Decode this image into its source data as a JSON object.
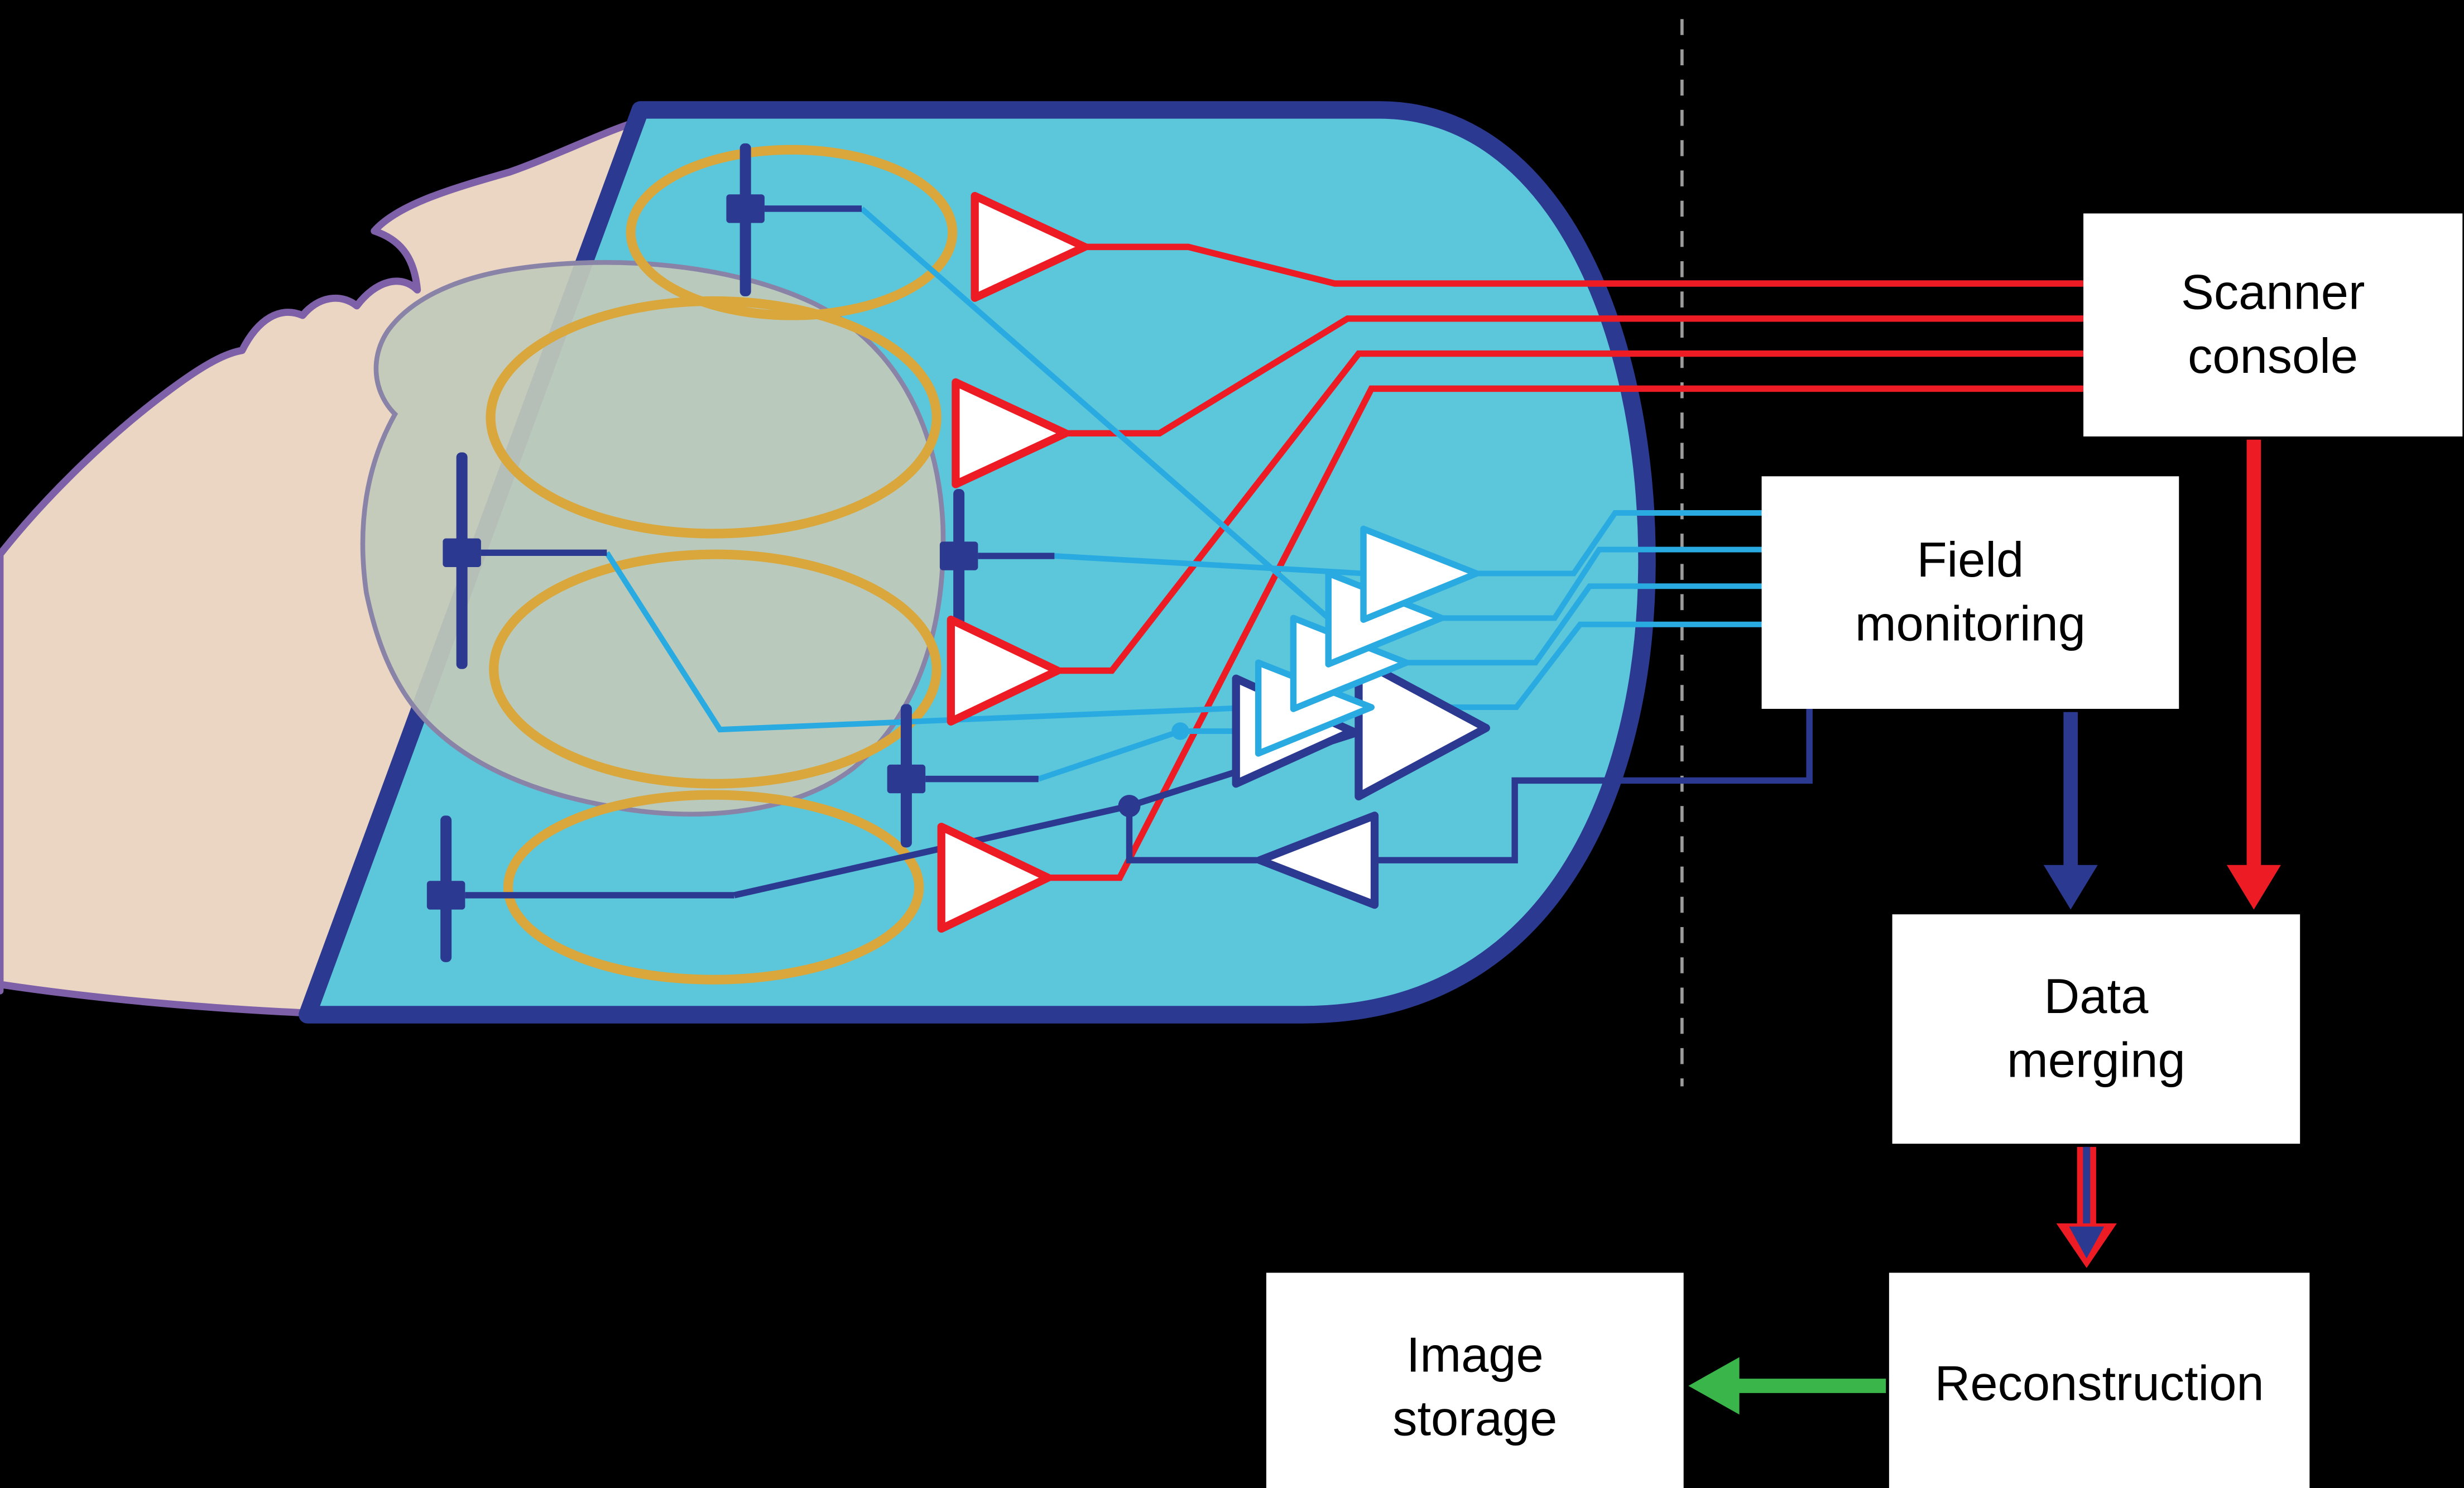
{
  "diagram": {
    "type": "MRI signal-chain schematic",
    "nodes": {
      "scanner_console": "Scanner\nconsole",
      "field_monitoring": "Field\nmonitoring",
      "data_merging": "Data\nmerging",
      "reconstruction": "Reconstruction",
      "image_storage": "Image\nstorage"
    },
    "flows": [
      {
        "from": "scanner_console",
        "to": "data_merging",
        "color": "red"
      },
      {
        "from": "field_monitoring",
        "to": "data_merging",
        "color": "navy"
      },
      {
        "from": "data_merging",
        "to": "reconstruction",
        "color": "red-navy"
      },
      {
        "from": "reconstruction",
        "to": "image_storage",
        "color": "green"
      }
    ],
    "scene_elements": [
      "patient-head",
      "brain",
      "head-coil-former",
      "coil-loops-x4",
      "dipole-antennas-x5",
      "rf-preamps-x4",
      "field-probe-preamps-x4",
      "monitoring-preamps-x3",
      "scanner-room-boundary-dashed-line"
    ]
  },
  "palette": {
    "background": "#000000",
    "box-bg": "#ffffff",
    "box-text": "#000000",
    "coil-fill": "#5cc6da",
    "coil-border": "#2b3990",
    "loop-gold": "#d9a73b",
    "rf-red": "#ed1c24",
    "field-cyan": "#29abe2",
    "navy": "#2b3990",
    "green": "#39b54a",
    "skin": "#ebd6c3",
    "skin-outline": "#7e60a8",
    "brain-sage": "#c1cabb",
    "brain-outline": "#8a83a8",
    "dashed-grey": "#9b9b9b"
  }
}
